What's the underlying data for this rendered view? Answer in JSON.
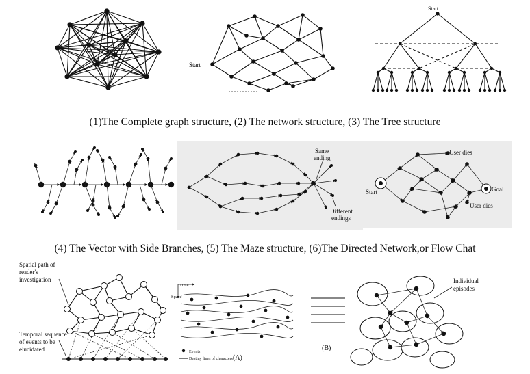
{
  "labels": {
    "network_start": "Start",
    "tree_start": "Start",
    "maze_same_1": "Same",
    "maze_same_2": "ending",
    "maze_diff_1": "Different",
    "maze_diff_2": "endings",
    "flow_user_dies_1": "User dies",
    "flow_start": "Start",
    "flow_goal": "Goal",
    "flow_user_dies_2": "User dies",
    "spatial_1": "Spatial path of",
    "spatial_2": "reader's",
    "spatial_3": "investigation",
    "temporal_1": "Temporal sequence",
    "temporal_2": "of events to be",
    "temporal_3": "elucidated",
    "time_axis": "Time",
    "space_axis": "Space",
    "legend_events": "Events",
    "legend_destiny": "Destiny lines of characters",
    "panel_a": "(A)",
    "panel_b": "(B)",
    "individual_1": "Individual",
    "individual_2": "episodes"
  },
  "captions": {
    "row1": "(1)The Complete graph structure, (2) The network structure, (3) The Tree structure",
    "row2": "(4) The Vector with Side Branches, (5) The Maze structure, (6)The Directed Network,or Flow Chat"
  },
  "colors": {
    "ink": "#111111",
    "panel": "#ececec",
    "background": "#ffffff"
  }
}
